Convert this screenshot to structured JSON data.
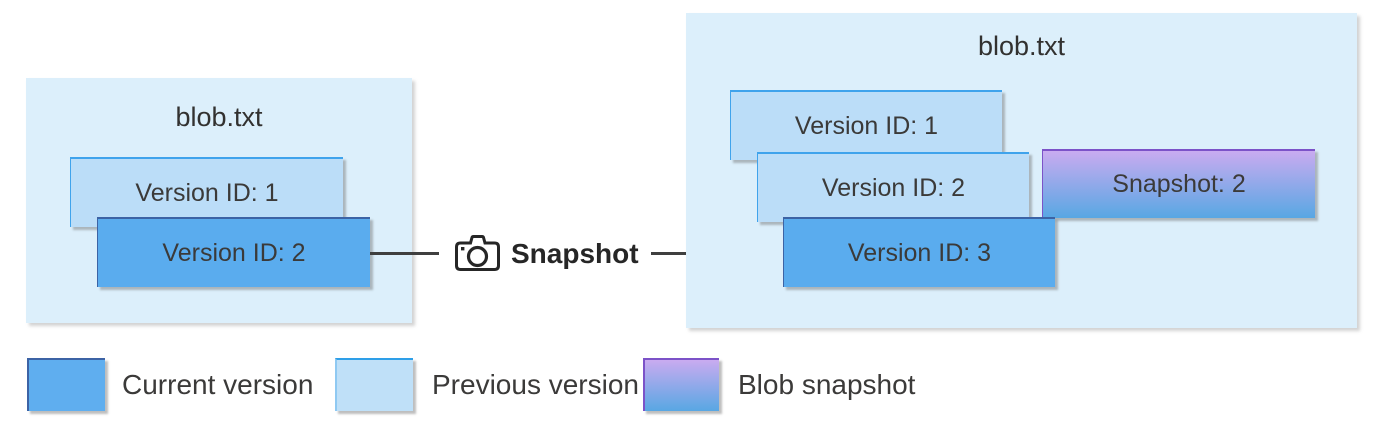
{
  "left_panel": {
    "title": "blob.txt",
    "boxes": [
      {
        "label": "Version ID: 1",
        "type": "previous"
      },
      {
        "label": "Version ID: 2",
        "type": "current"
      }
    ]
  },
  "connector": {
    "label": "Snapshot",
    "icon": "camera-icon"
  },
  "right_panel": {
    "title": "blob.txt",
    "boxes": [
      {
        "label": "Version ID: 1",
        "type": "previous"
      },
      {
        "label": "Version ID: 2",
        "type": "previous"
      },
      {
        "label": "Version ID: 3",
        "type": "current"
      },
      {
        "label": "Snapshot: 2",
        "type": "snapshot"
      }
    ]
  },
  "legend": {
    "items": [
      {
        "label": "Current version",
        "type": "current"
      },
      {
        "label": "Previous version",
        "type": "previous"
      },
      {
        "label": "Blob snapshot",
        "type": "snapshot"
      }
    ]
  },
  "colors": {
    "panel_background": "#dceffb",
    "current_version_fill": "#5aacee",
    "previous_version_fill": "#bbddf8",
    "snapshot_gradient_top": "#c9abf0",
    "snapshot_gradient_bottom": "#58a7e3",
    "snapshot_border": "#7c52c8",
    "current_border": "#3c63a5",
    "previous_border": "#3fa3ec",
    "arrow": "#3f3f3f",
    "text": "#3b3a39"
  }
}
